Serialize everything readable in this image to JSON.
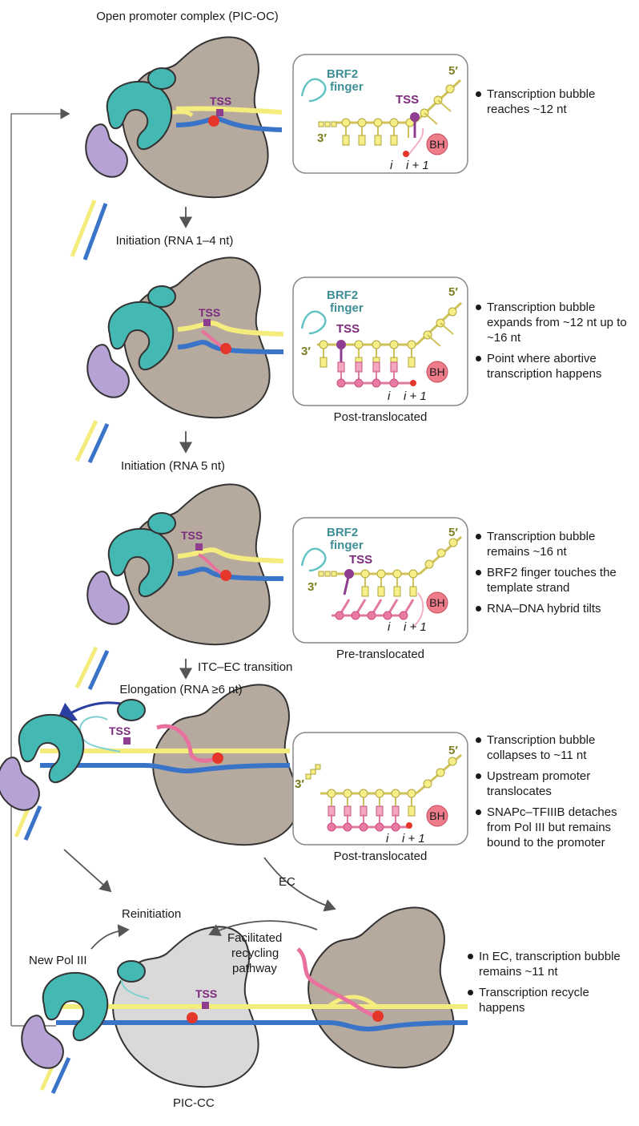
{
  "stages": [
    {
      "title": "Open promoter complex (PIC-OC)",
      "inset_caption": "",
      "notes": [
        "Transcription bubble reaches ~12 nt"
      ]
    },
    {
      "title": "Initiation (RNA 1–4 nt)",
      "inset_caption": "Post-translocated",
      "notes": [
        "Transcription bubble expands from ~12 nt up to ~16 nt",
        "Point where abortive transcription happens"
      ]
    },
    {
      "title": "Initiation (RNA 5 nt)",
      "inset_caption": "Pre-translocated",
      "notes": [
        "Transcription bubble remains ~16 nt",
        "BRF2 finger touches the template strand",
        "RNA–DNA hybrid tilts"
      ]
    },
    {
      "title": "Elongation (RNA ≥6 nt)",
      "inset_caption": "Post-translocated",
      "notes": [
        "Transcription bubble collapses to ~11 nt",
        "Upstream promoter translocates",
        "SNAPc–TFIIIB detaches from Pol III but remains bound to the promoter"
      ]
    }
  ],
  "transition_label": "ITC–EC transition",
  "inset_labels": {
    "brf2": "BRF2",
    "finger": "finger",
    "tss": "TSS",
    "five_prime": "5′",
    "three_prime": "3′",
    "bh": "BH",
    "i": "i",
    "i_plus_1": "i + 1"
  },
  "bottom": {
    "reinitiation": "Reinitiation",
    "ec": "EC",
    "new_pol": "New Pol III",
    "facilitated_line1": "Facilitated",
    "facilitated_line2": "recycling",
    "facilitated_line3": "pathway",
    "pic_cc": "PIC-CC",
    "tss": "TSS",
    "notes": [
      "In EC, transcription bubble remains ~11 nt",
      "Transcription recycle happens"
    ]
  },
  "colors": {
    "pol_body": "#b6aa9e",
    "pol_light": "#d9d9d9",
    "teal_protein": "#44b9b3",
    "lilac_protein": "#b6a2d4",
    "nontemplate_dna": "#f4ec7c",
    "template_dna": "#3a74c8",
    "rna": "#e8719e",
    "active_site": "#e5362b",
    "tss_mark": "#8d3e8f",
    "bh_circle": "#ee7c8b"
  },
  "icons": [
    "curved-arrow-icon",
    "down-arrow-icon",
    "feedback-arrow-icon"
  ]
}
